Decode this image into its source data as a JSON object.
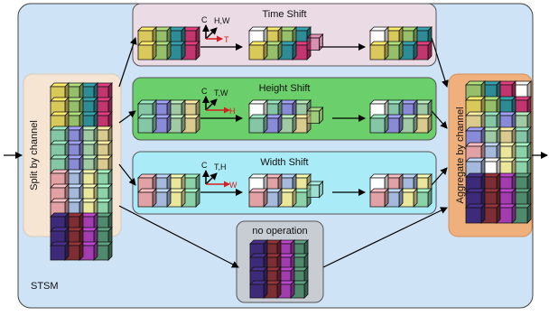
{
  "labels": {
    "time_shift": "Time Shift",
    "height_shift": "Height Shift",
    "width_shift": "Width Shift",
    "no_operation": "no operation",
    "split": "Split by channel",
    "aggregate": "Aggregate by channel",
    "module": "STSM"
  },
  "axes": {
    "time": {
      "up": "C",
      "diag": "H,W",
      "right": "T"
    },
    "height": {
      "up": "C",
      "diag": "T,W",
      "right": "H"
    },
    "width": {
      "up": "C",
      "diag": "T,H",
      "right": "W"
    }
  },
  "colors": {
    "outer_bg": "#cfe3f7",
    "split_bg": "#f6e5d3",
    "aggregate_bg": "#f0b07c",
    "time_box": "#eadbe5",
    "height_box": "#6bcf6b",
    "width_box": "#a9ecf7",
    "noop_box": "#c8ccd3",
    "accent_red": "#d42020"
  },
  "block_colors": {
    "time": [
      "#d9c95a",
      "#95bf6a",
      "#2e8c96",
      "#c2356e"
    ],
    "height": [
      "#84c6a6",
      "#8a8bd8",
      "#9fcaa3",
      "#d9ca8d"
    ],
    "width": [
      "#e2a2a5",
      "#a4b9dc",
      "#eae69a",
      "#8cd2a8"
    ],
    "noop": [
      "#3d2a78",
      "#7e2d32",
      "#a23cb0",
      "#4f8a6d"
    ]
  }
}
